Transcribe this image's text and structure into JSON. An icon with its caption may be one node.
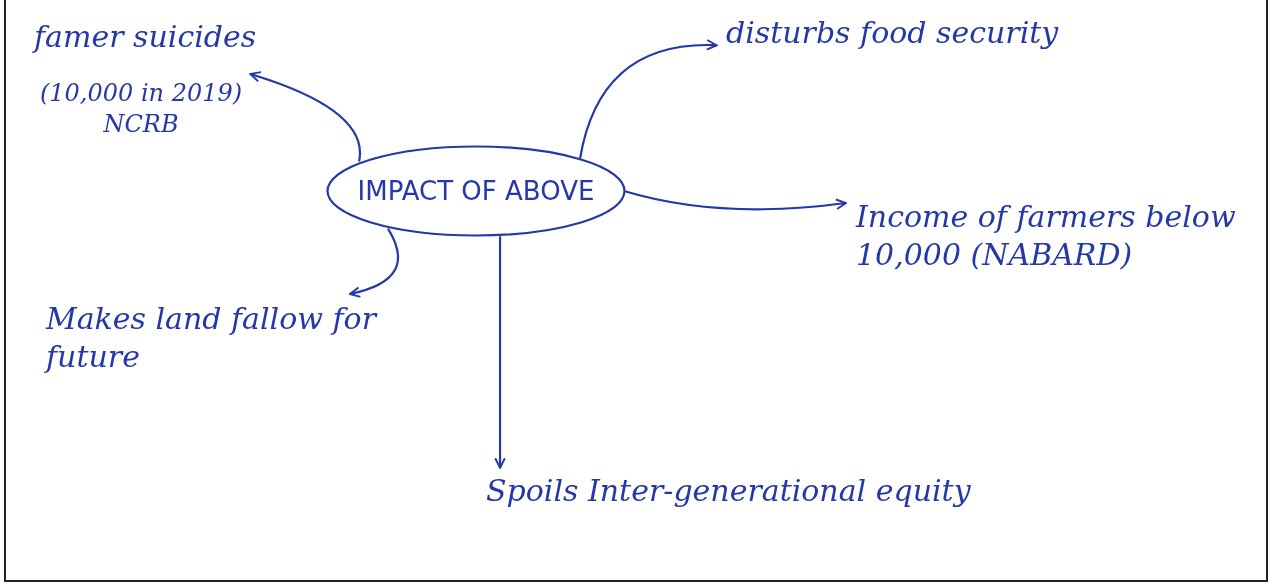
{
  "diagram": {
    "nodes": [
      {
        "text": [
          "IMPACT OF ABOVE"
        ]
      },
      {
        "text": [
          "famer suicides"
        ],
        "beside": [
          "(10,000 in 2019) NCRB"
        ]
      },
      {
        "text": [
          "disturbs food security"
        ]
      },
      {
        "text": [
          "Income of farmers below 10,000 (NABARD)"
        ]
      },
      {
        "text": [
          "Makes land fallow for future"
        ]
      },
      {
        "text": [
          "Spoils Inter-generational equity"
        ]
      }
    ],
    "edges": [
      {
        "from": 0,
        "to": 1,
        "arrow": "to"
      },
      {
        "from": 0,
        "to": 2,
        "arrow": "to"
      },
      {
        "from": 0,
        "to": 3,
        "arrow": "to"
      },
      {
        "from": 0,
        "to": 4,
        "arrow": "to"
      },
      {
        "from": 0,
        "to": 5,
        "arrow": "to"
      }
    ]
  }
}
